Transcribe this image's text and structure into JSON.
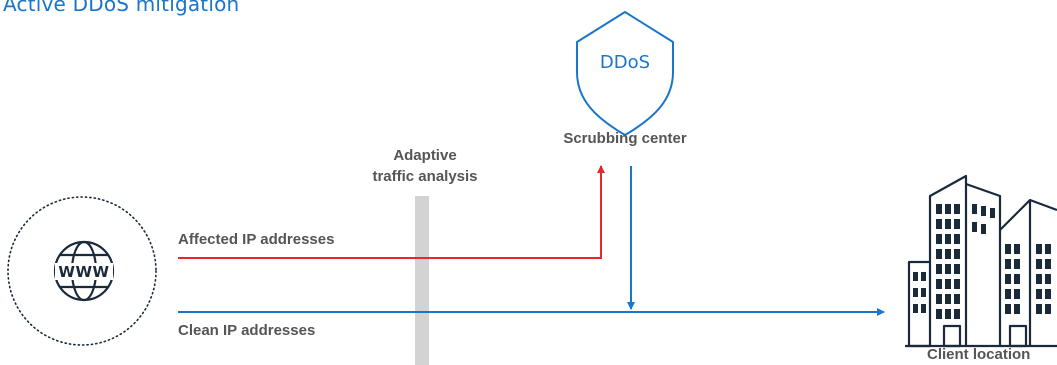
{
  "title": "Active DDoS mitigation",
  "nodes": {
    "internet_icon": "globe-www-icon",
    "www": "WWW",
    "shield_icon": "shield-icon",
    "shield_text": "DDoS",
    "scrubbing_center": "Scrubbing center",
    "adaptive_line1": "Adaptive",
    "adaptive_line2": "traffic analysis",
    "client_icon": "office-buildings-icon",
    "client_location": "Client location"
  },
  "flows": {
    "affected": "Affected IP addresses",
    "clean": "Clean IP addresses"
  },
  "colors": {
    "accent": "#1a76c8",
    "affected": "#e12b2b",
    "clean": "#1a76c8",
    "filter_bar": "#d3d3d3",
    "label": "#555555"
  }
}
